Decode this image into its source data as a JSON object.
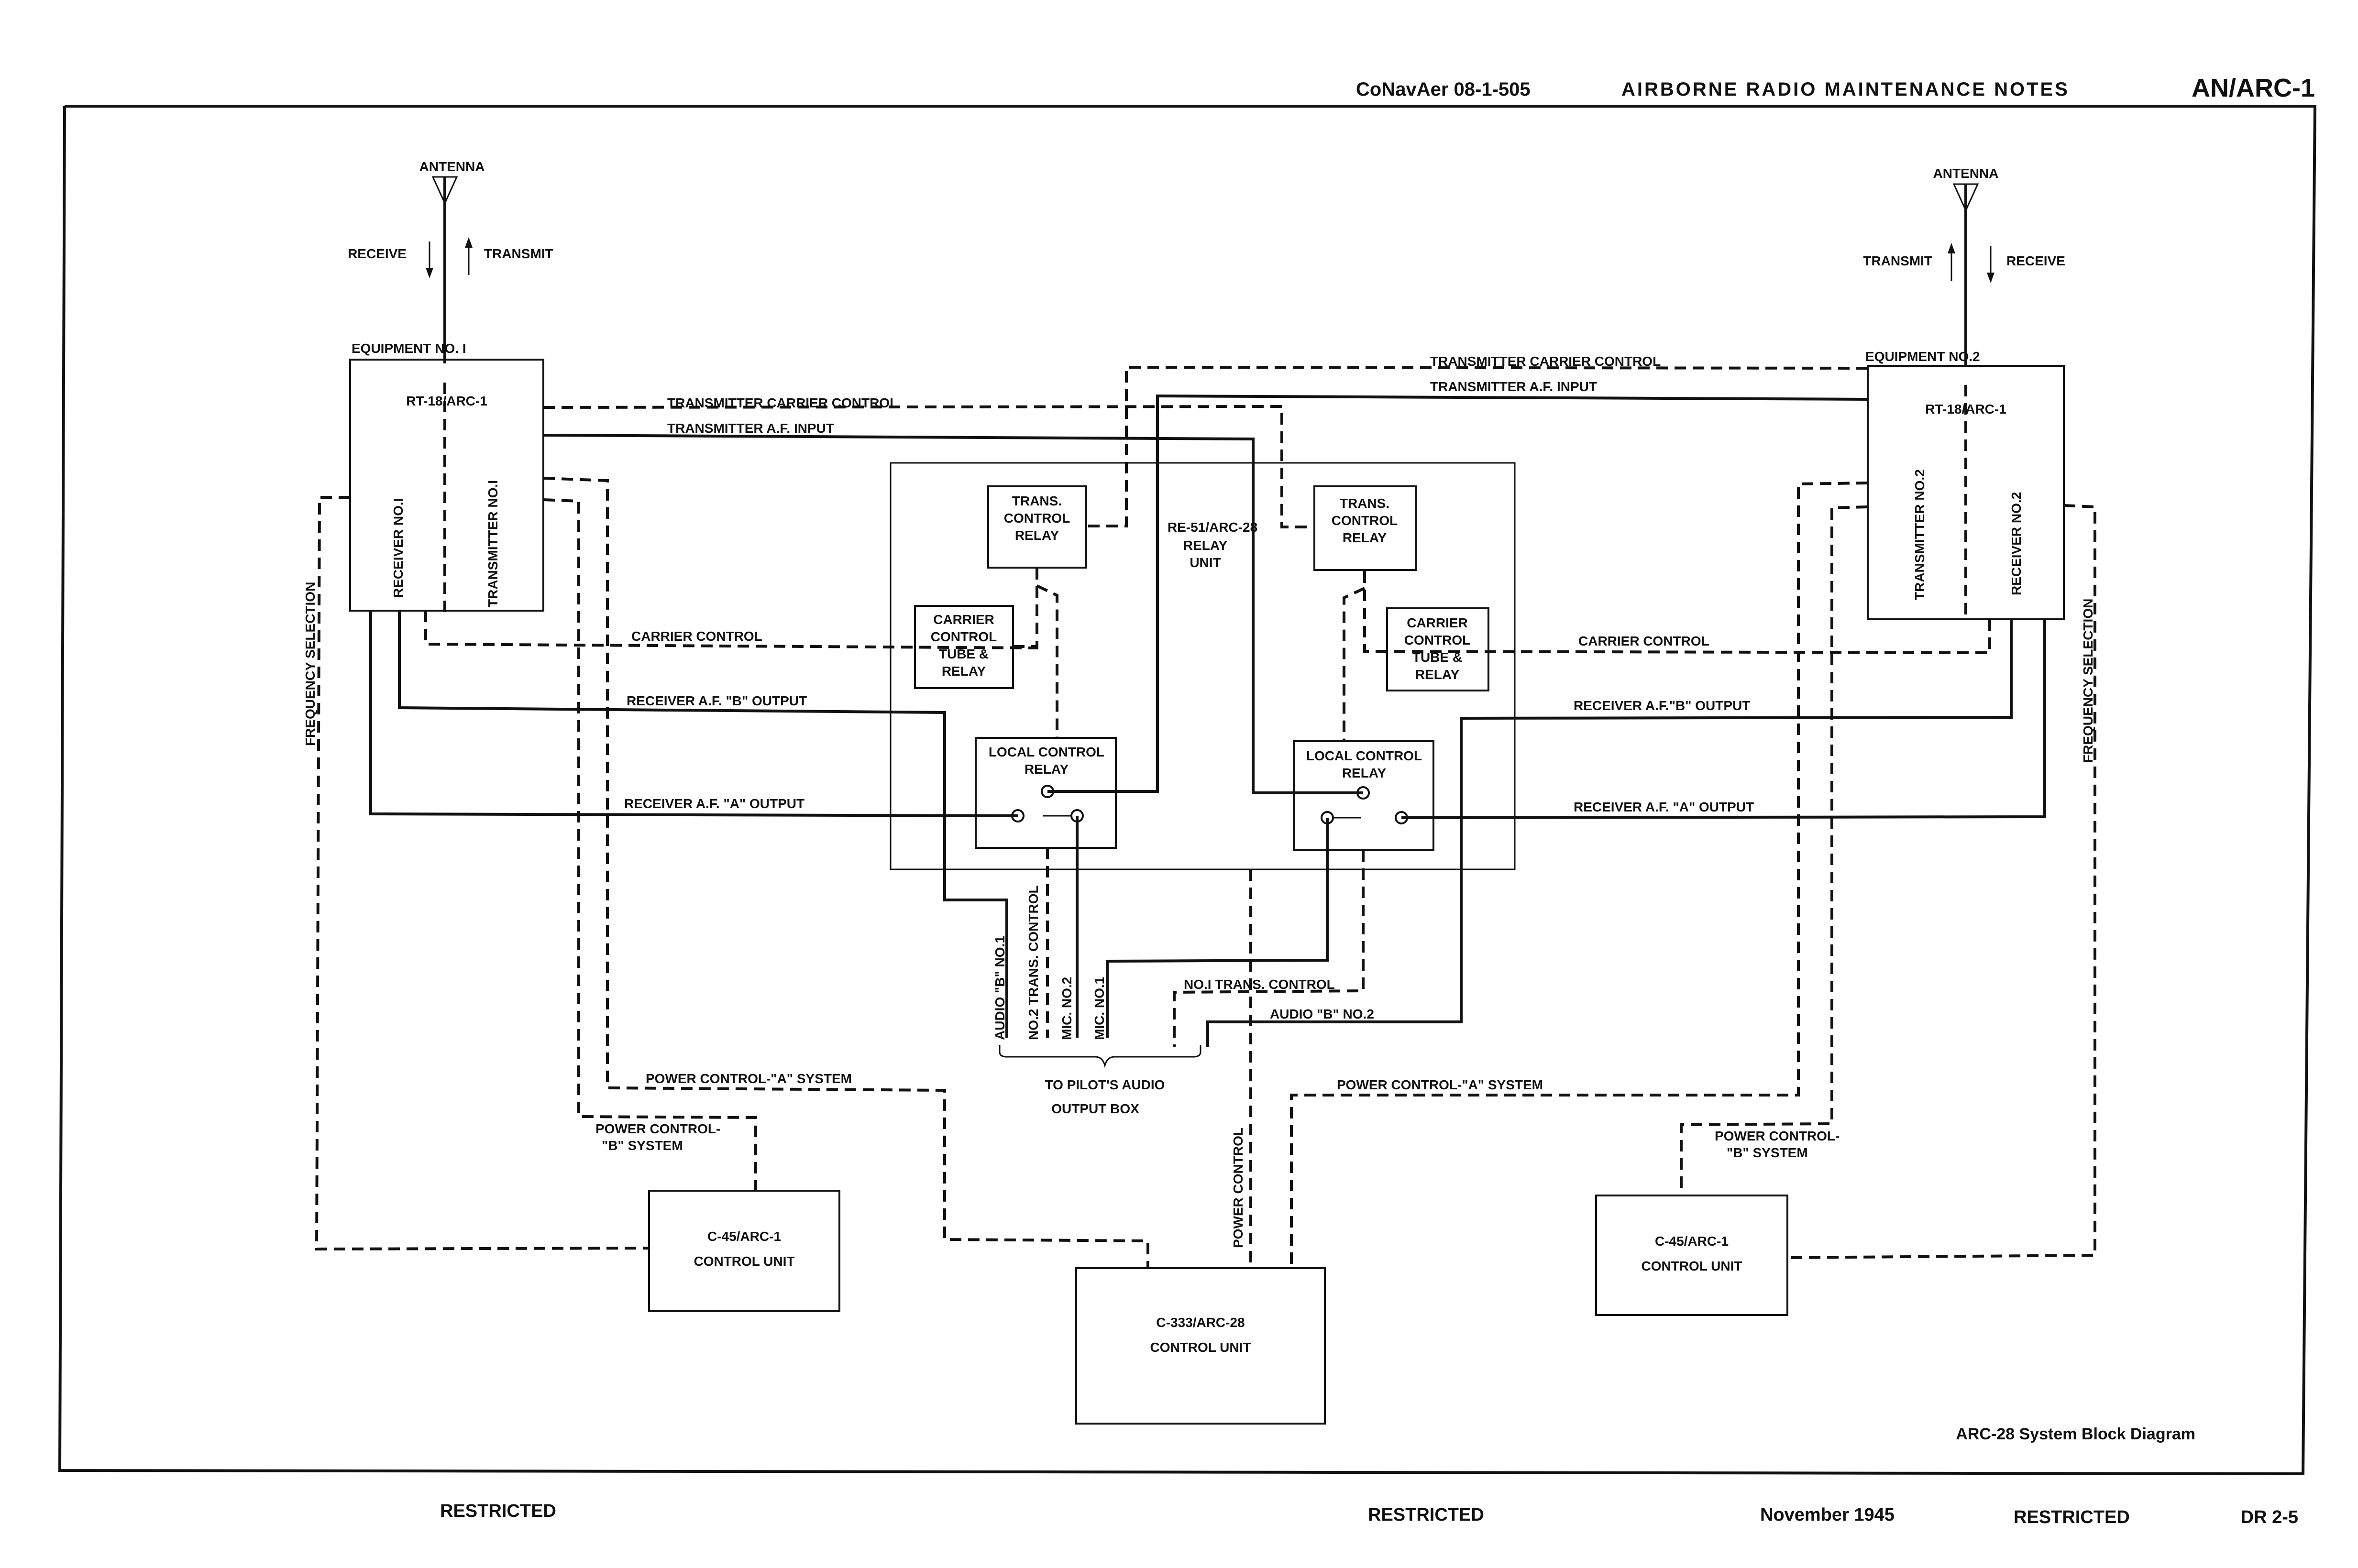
{
  "header": {
    "doc_number": "CoNavAer 08-1-505",
    "title": "AIRBORNE RADIO MAINTENANCE NOTES",
    "model": "AN/ARC-1"
  },
  "footer": {
    "restricted_left": "RESTRICTED",
    "restricted_center": "RESTRICTED",
    "date": "November 1945",
    "restricted_right": "RESTRICTED",
    "page": "DR 2-5"
  },
  "caption": "ARC-28 System Block Diagram",
  "left": {
    "antenna": "ANTENNA",
    "receive": "RECEIVE",
    "transmit": "TRANSMIT",
    "equipment": "EQUIPMENT NO. I",
    "unit": "RT-18/ARC-1",
    "receiver": "RECEIVER NO.I",
    "transmitter": "TRANSMITTER NO.I",
    "freq_selection": "FREQUENCY SELECTION",
    "carrier_control": "CARRIER CONTROL",
    "trans_carrier_control": "TRANSMITTER CARRIER CONTROL",
    "trans_af_input": "TRANSMITTER A.F. INPUT",
    "recv_b_output": "RECEIVER A.F. \"B\" OUTPUT",
    "recv_a_output": "RECEIVER A.F. \"A\" OUTPUT",
    "power_a": "POWER CONTROL-\"A\" SYSTEM",
    "power_b_line1": "POWER CONTROL-",
    "power_b_line2": "\"B\" SYSTEM",
    "control_unit_line1": "C-45/ARC-1",
    "control_unit_line2": "CONTROL UNIT"
  },
  "right": {
    "antenna": "ANTENNA",
    "receive": "RECEIVE",
    "transmit": "TRANSMIT",
    "equipment": "EQUIPMENT NO.2",
    "unit": "RT-18/ARC-1",
    "receiver": "RECEIVER NO.2",
    "transmitter": "TRANSMITTER NO.2",
    "freq_selection": "FREQUENCY SELECTION",
    "carrier_control": "CARRIER CONTROL",
    "trans_carrier_control": "TRANSMITTER CARRIER CONTROL",
    "trans_af_input": "TRANSMITTER A.F. INPUT",
    "recv_b_output": "RECEIVER A.F.\"B\" OUTPUT",
    "recv_a_output": "RECEIVER A.F. \"A\" OUTPUT",
    "power_a": "POWER CONTROL-\"A\" SYSTEM",
    "power_b_line1": "POWER CONTROL-",
    "power_b_line2": "\"B\" SYSTEM",
    "control_unit_line1": "C-45/ARC-1",
    "control_unit_line2": "CONTROL UNIT"
  },
  "relay_unit": {
    "name_line1": "RE-51/ARC-28",
    "name_line2": "RELAY",
    "name_line3": "UNIT",
    "trans_relay": [
      "TRANS.",
      "CONTROL",
      "RELAY"
    ],
    "carrier_relay": [
      "CARRIER",
      "CONTROL",
      "TUBE &",
      "RELAY"
    ],
    "local_relay": [
      "LOCAL CONTROL",
      "RELAY"
    ]
  },
  "center": {
    "audio_b_no1": "AUDIO \"B\" NO.1",
    "no2_trans_control": "NO.2 TRANS. CONTROL",
    "mic_no2": "MIC. NO.2",
    "mic_no1": "MIC. NO.1",
    "no1_trans_control": "NO.I TRANS. CONTROL",
    "audio_b_no2": "AUDIO \"B\" NO.2",
    "pilot_line1": "TO PILOT'S AUDIO",
    "pilot_line2": "OUTPUT BOX",
    "power_control": "POWER CONTROL",
    "control_unit_line1": "C-333/ARC-28",
    "control_unit_line2": "CONTROL UNIT"
  }
}
